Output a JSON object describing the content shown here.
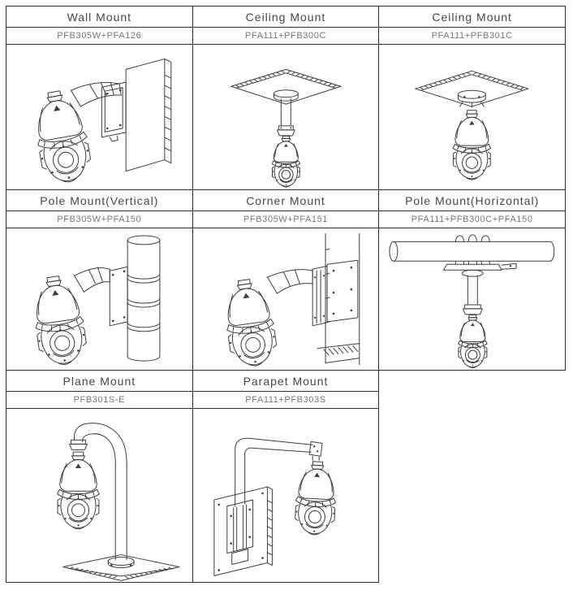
{
  "page": {
    "background": "#ffffff",
    "line_color": "#3f3f3f",
    "border_color": "#2e2e2e",
    "title_color": "#474747",
    "code_color": "#777777"
  },
  "table": {
    "sections": [
      {
        "cells": [
          {
            "title": "Wall Mount",
            "code": "PFB305W+PFA126",
            "illustration": "wall-mount"
          },
          {
            "title": "Ceiling Mount",
            "code": "PFA111+PFB300C",
            "illustration": "ceiling-mount-pendant"
          },
          {
            "title": "Ceiling Mount",
            "code": "PFA111+PFB301C",
            "illustration": "ceiling-mount-compact"
          }
        ]
      },
      {
        "cells": [
          {
            "title": "Pole Mount(Vertical)",
            "code": "PFB305W+PFA150",
            "illustration": "pole-mount-vertical"
          },
          {
            "title": "Corner Mount",
            "code": "PFB305W+PFA151",
            "illustration": "corner-mount"
          },
          {
            "title": "Pole Mount(Horizontal)",
            "code": "PFA111+PFB300C+PFA150",
            "illustration": "pole-mount-horizontal"
          }
        ]
      },
      {
        "cells": [
          {
            "title": "Plane Mount",
            "code": "PFB301S-E",
            "illustration": "plane-mount"
          },
          {
            "title": "Parapet Mount",
            "code": "PFA111+PFB303S",
            "illustration": "parapet-mount"
          }
        ]
      }
    ]
  }
}
